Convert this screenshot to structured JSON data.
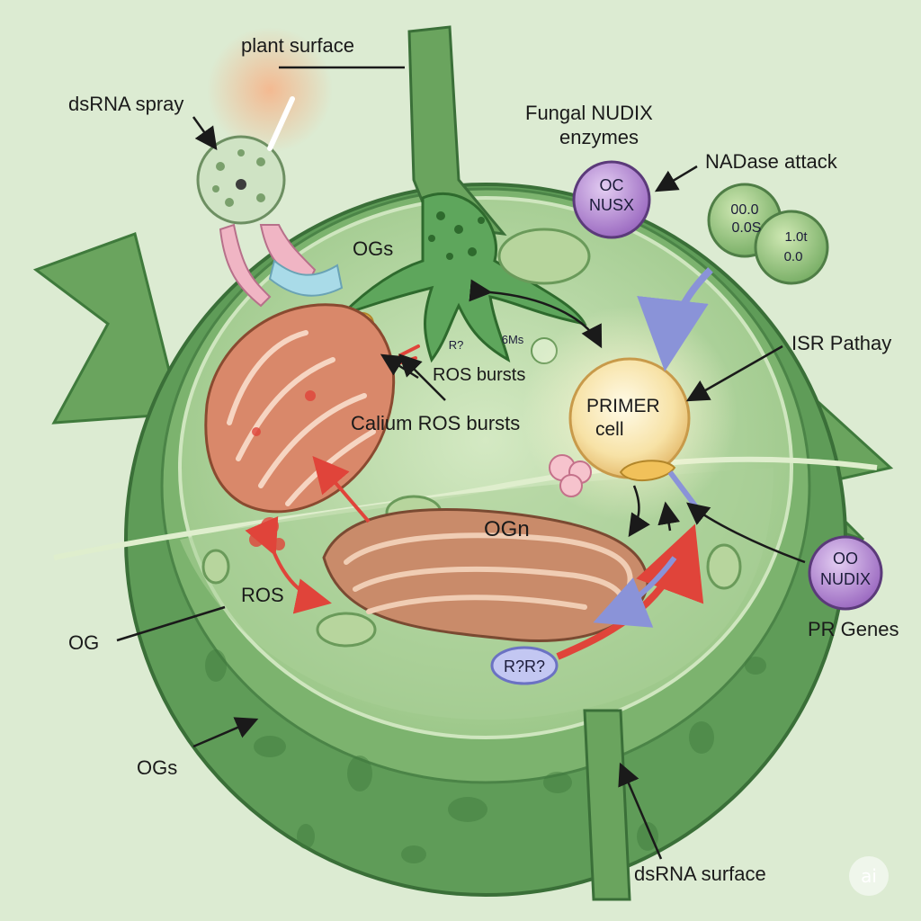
{
  "labels": {
    "plant_surface": "plant surface",
    "dsrna_spray": "dsRNA spray",
    "fungal_nudix_line1": "Fungal NUDIX",
    "fungal_nudix_line2": "enzymes",
    "nadase_attack": "NADase attack",
    "ogs_top": "OGs",
    "ros_bursts": "ROS bursts",
    "calium_ros_bursts": "Calium ROS bursts",
    "isr_pathway": "ISR Pathay",
    "primer_line1": "PRIMER",
    "primer_line2": "cell",
    "ogn": "OGn",
    "ros": "ROS",
    "og": "OG",
    "ogs_bottom": "OGs",
    "pr_genes": "PR Genes",
    "dsrna_surface": "dsRNA surface"
  },
  "blobs": {
    "nusx_line1": "OC",
    "nusx_line2": "NUSX",
    "nudix_line1": "OO",
    "nudix_line2": "NUDIX",
    "rr_blob": "R?R?",
    "ogs_scribble_1": "6Ms",
    "ogs_scribble_2": "R?",
    "spore_line1": "00.0",
    "spore_line2": "0.0S",
    "spore_line3": "1.0t",
    "spore_line4": "0.0"
  },
  "watermark": "ai",
  "colors": {
    "background": "#dcebd2",
    "cell_wall": "#5f9c58",
    "cytoplasm": "#b7d8a8",
    "mitochondria": "#d9886a",
    "golgi": "#c98b6a",
    "nucleus": "#f6e7b8",
    "enzyme_purple": "#a97fc7",
    "ros_red": "#e0443a",
    "arrow_dark": "#1a1a1a",
    "pathway_blue": "#8a93d8"
  }
}
